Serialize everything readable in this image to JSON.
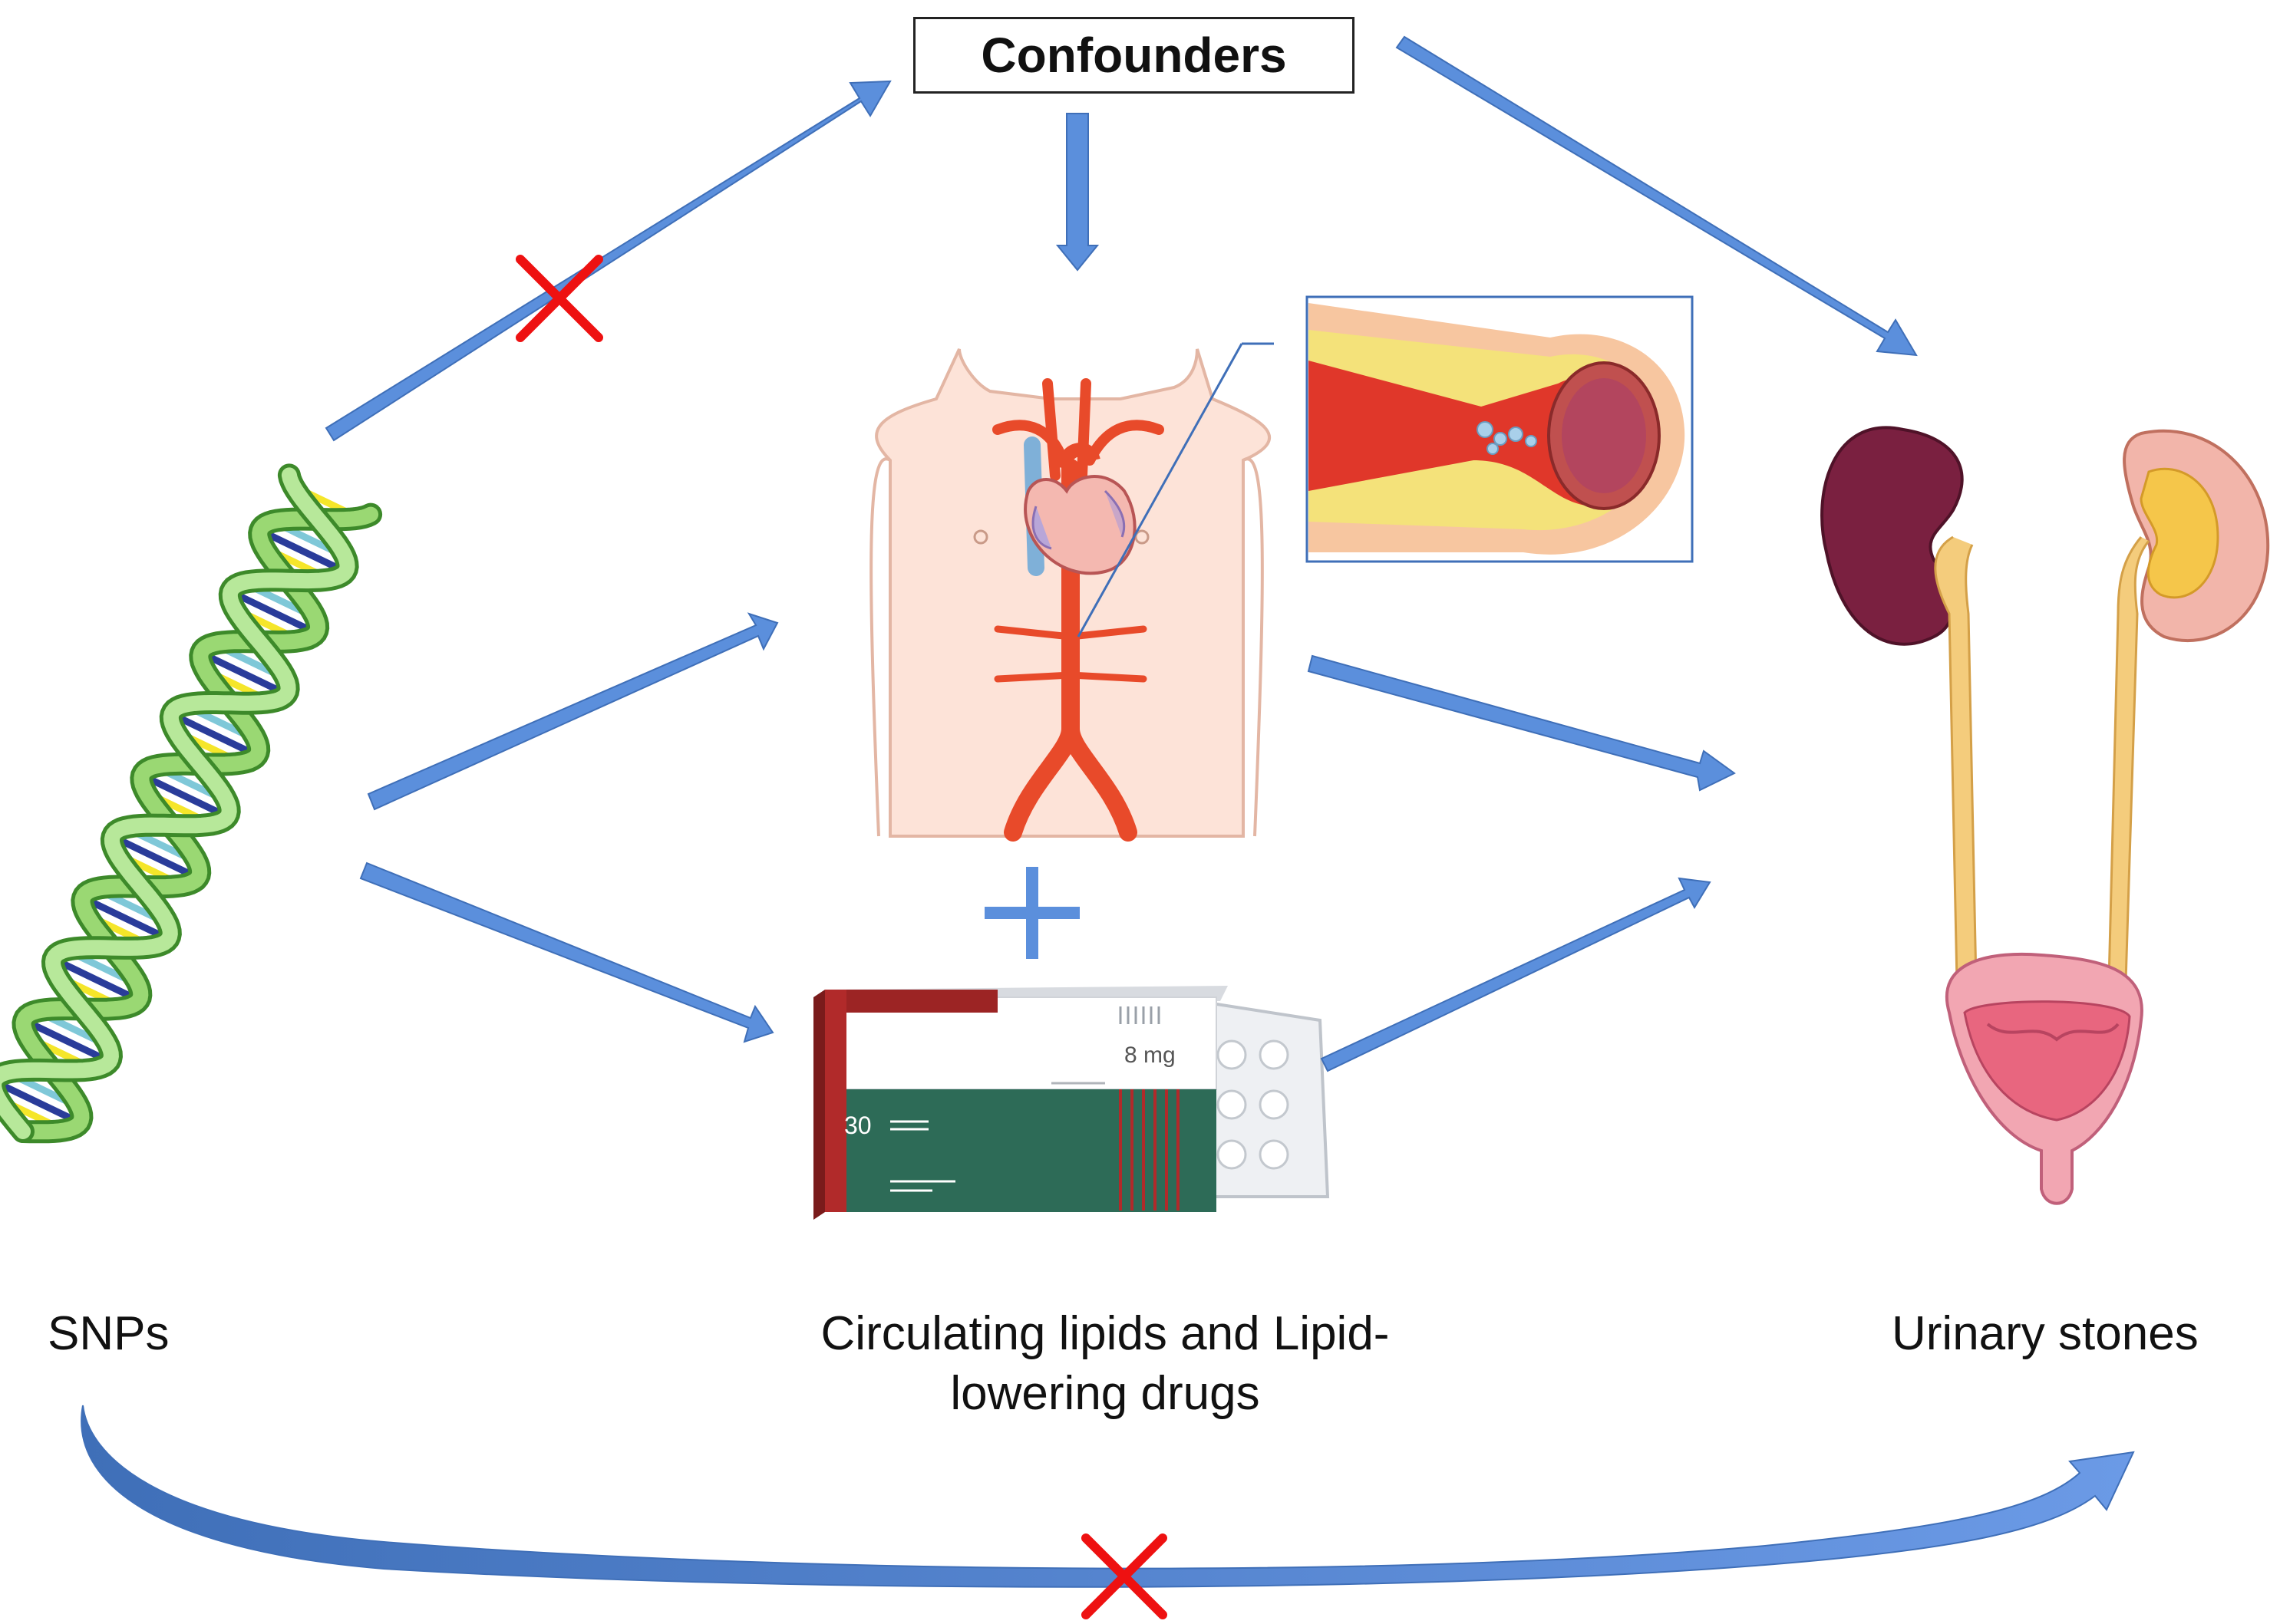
{
  "labels": {
    "confounders": "Confounders",
    "snps": "SNPs",
    "exposure": "Circulating lipids and Lipid-lowering drugs",
    "outcome": "Urinary stones"
  },
  "drug_box": {
    "dose": "8 mg",
    "count": "30"
  },
  "colors": {
    "arrow": "#5b8fdc",
    "arrow_stroke": "#3f6fb8",
    "cross": "#ee1111",
    "plus": "#5b8fdc",
    "artery": "#e84a2a",
    "kidney": "#7a2040",
    "dna_green": "#8fcf6a"
  },
  "icons": [
    "dna-helix-icon",
    "torso-arteries-icon",
    "artery-plaque-icon",
    "pill-box-icon",
    "urinary-tract-icon",
    "cross-icon",
    "plus-icon"
  ]
}
